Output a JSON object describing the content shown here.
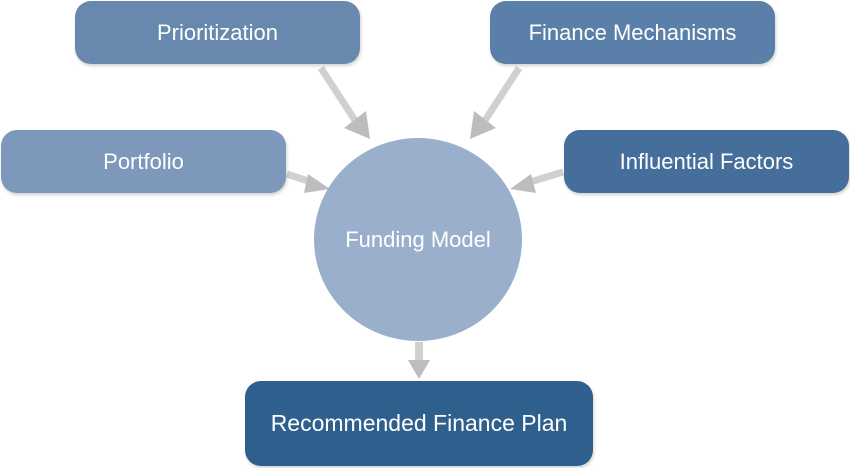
{
  "nodes": {
    "prioritization": {
      "label": "Prioritization",
      "color": "#6889ad"
    },
    "finance_mechanisms": {
      "label": "Finance Mechanisms",
      "color": "#5a80a9"
    },
    "portfolio": {
      "label": "Portfolio",
      "color": "#7d98bb"
    },
    "influential_factors": {
      "label": "Influential Factors",
      "color": "#456f9a"
    },
    "funding_model": {
      "label": "Funding Model",
      "color": "#9aafcb"
    },
    "recommended_finance_plan": {
      "label": "Recommended Finance Plan",
      "color": "#2f5f8c"
    }
  },
  "edges": [
    {
      "from": "Prioritization",
      "to": "Funding Model"
    },
    {
      "from": "Finance Mechanisms",
      "to": "Funding Model"
    },
    {
      "from": "Portfolio",
      "to": "Funding Model"
    },
    {
      "from": "Influential Factors",
      "to": "Funding Model"
    },
    {
      "from": "Funding Model",
      "to": "Recommended Finance Plan"
    }
  ],
  "arrow_color": "#c8c8c8"
}
